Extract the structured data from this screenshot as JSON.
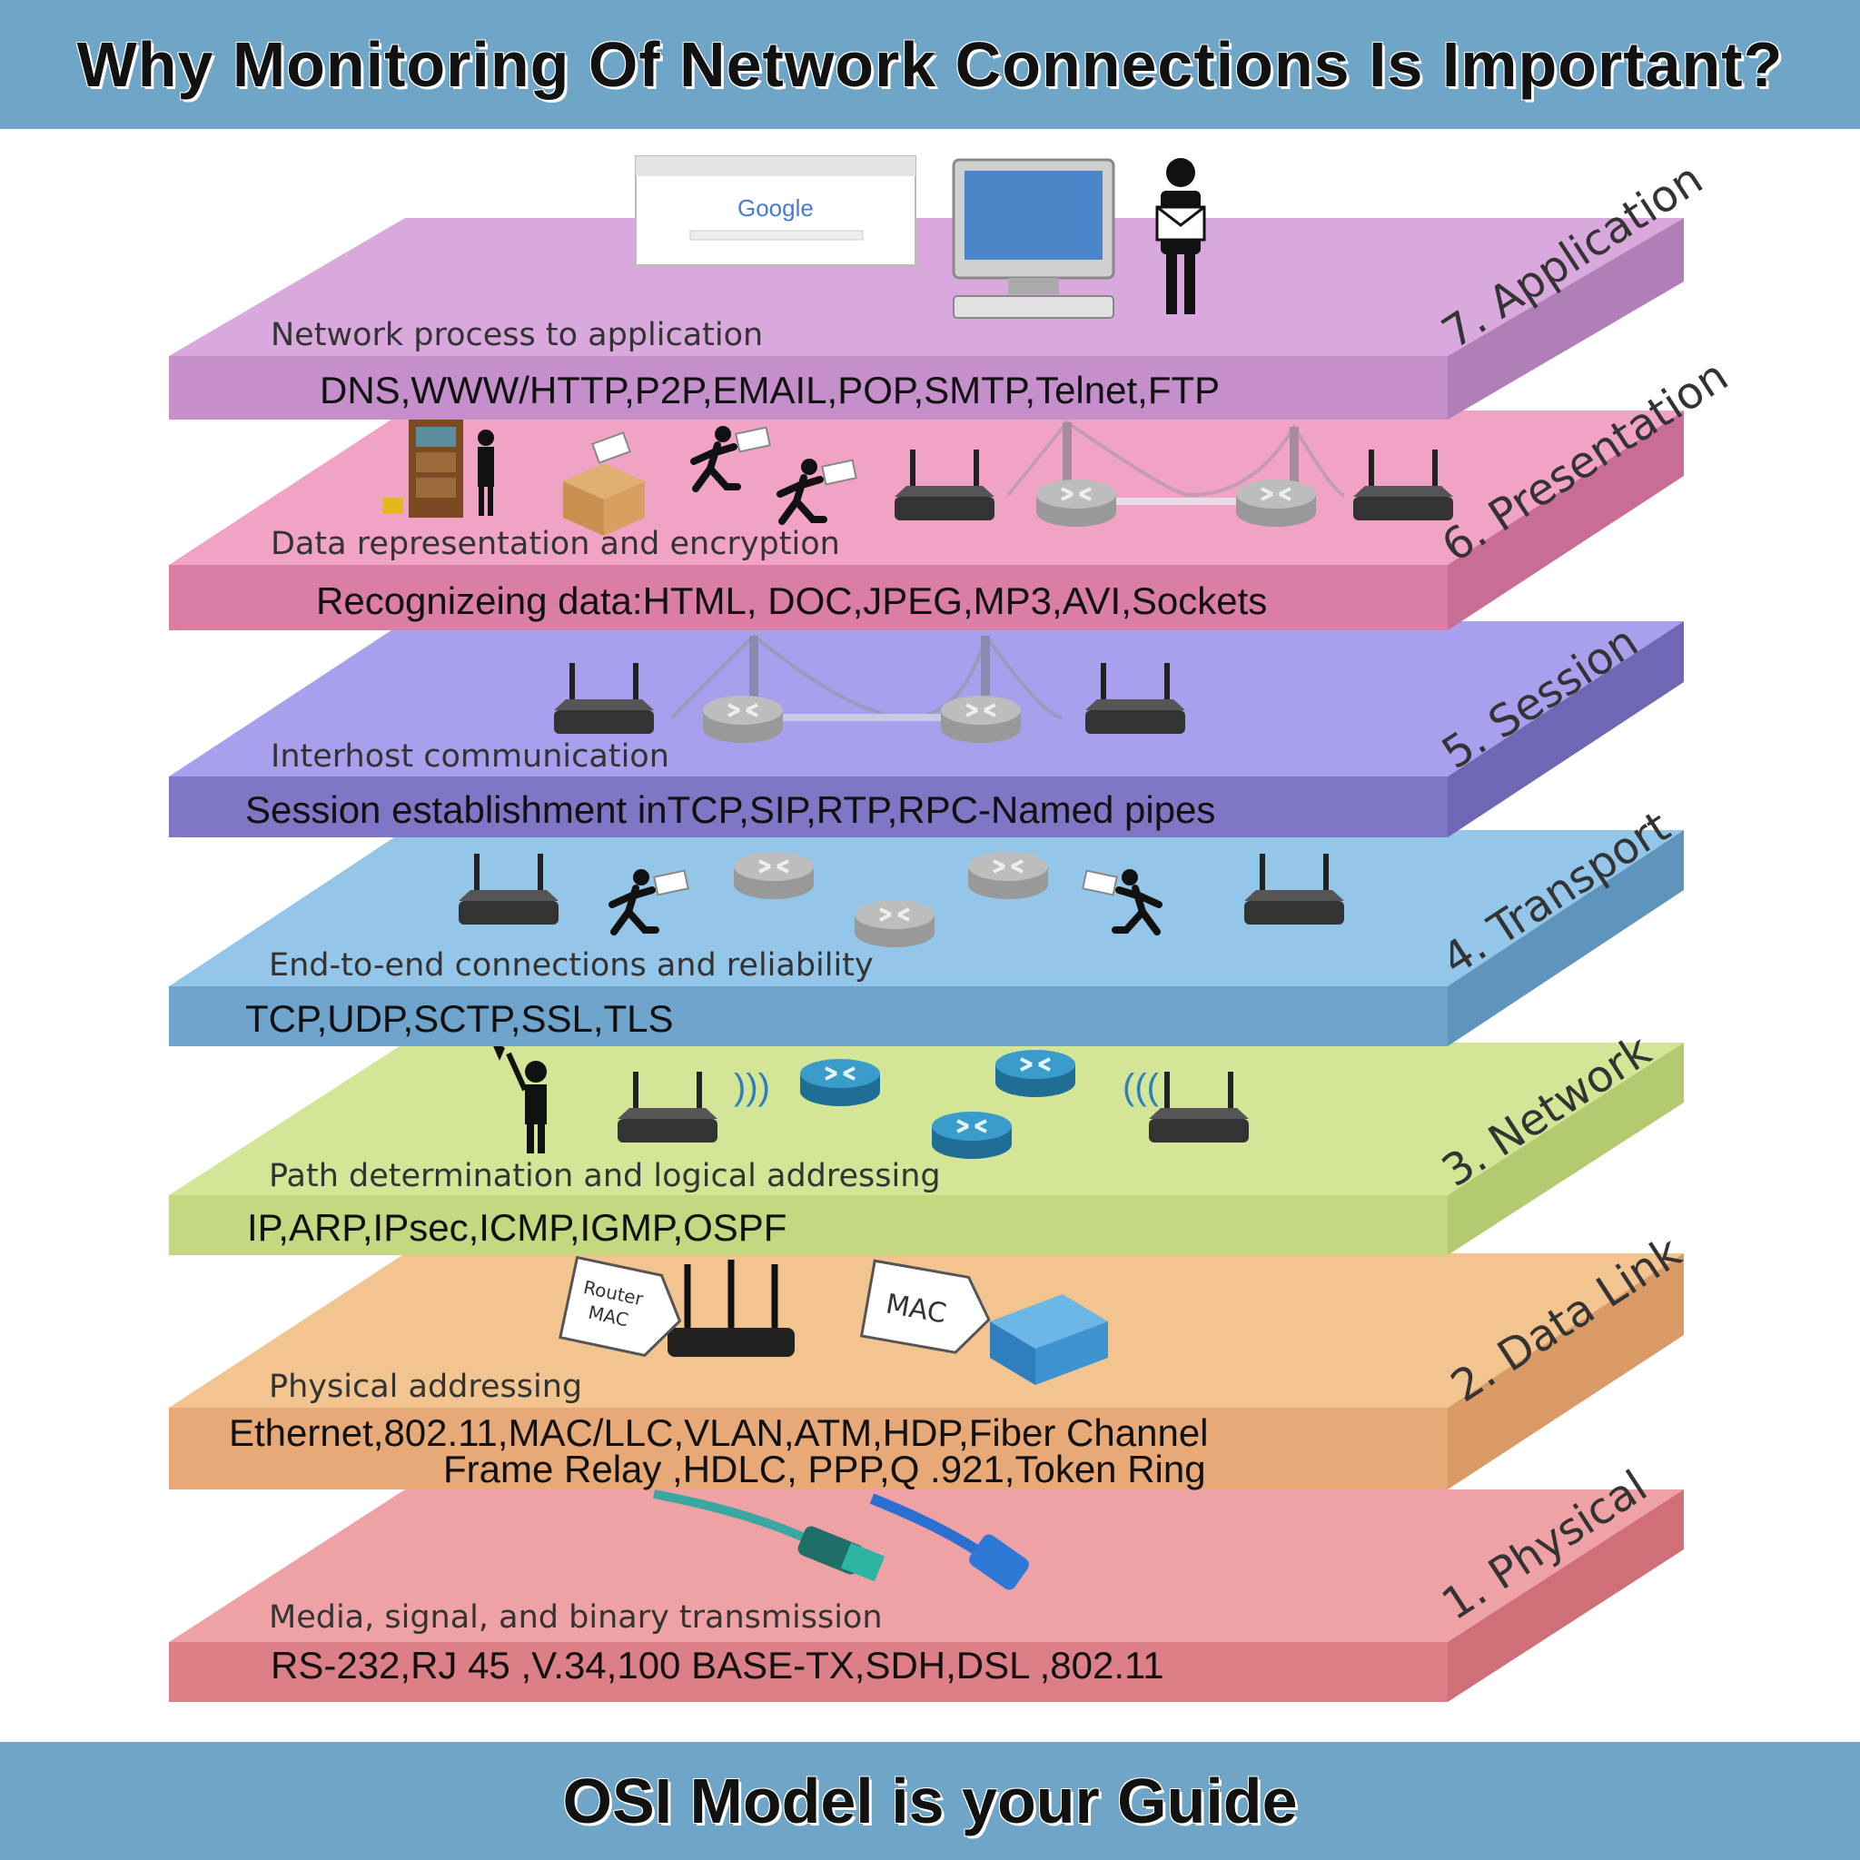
{
  "title": "Why Monitoring Of Network Connections Is Important?",
  "footer": "OSI Model is your Guide",
  "layers": [
    {
      "name": "7. Application",
      "desc": "Network process to application",
      "protocols": [
        "DNS,WWW/HTTP,P2P,EMAIL,POP,SMTP,Telnet,FTP"
      ],
      "color": "#d9a8dc"
    },
    {
      "name": "6. Presentation",
      "desc": "Data representation and encryption",
      "protocols": [
        "Recognizeing data:HTML, DOC,JPEG,MP3,AVI,Sockets"
      ],
      "color": "#f0a3c4"
    },
    {
      "name": "5. Session",
      "desc": "Interhost communication",
      "protocols": [
        "Session establishment inTCP,SIP,RTP,RPC-Named pipes"
      ],
      "color": "#a8a0ec"
    },
    {
      "name": "4. Transport",
      "desc": "End-to-end connections and reliability",
      "protocols": [
        "TCP,UDP,SCTP,SSL,TLS"
      ],
      "color": "#93c6e8"
    },
    {
      "name": "3. Network",
      "desc": "Path determination and logical addressing",
      "protocols": [
        "IP,ARP,IPsec,ICMP,IGMP,OSPF"
      ],
      "color": "#d3e596"
    },
    {
      "name": "2. Data Link",
      "desc": "Physical addressing",
      "protocols": [
        "Ethernet,802.11,MAC/LLC,VLAN,ATM,HDP,Fiber Channel",
        "Frame Relay ,HDLC, PPP,Q .921,Token Ring"
      ],
      "color": "#f2c490"
    },
    {
      "name": "1. Physical",
      "desc": "Media, signal, and binary transmission",
      "protocols": [
        "RS-232,RJ 45 ,V.34,100 BASE-TX,SDH,DSL ,802.11"
      ],
      "color": "#eea2a6"
    }
  ],
  "illustration_labels": {
    "google": "Google",
    "router_mac": [
      "Router",
      "MAC"
    ],
    "mac_tag": "MAC"
  },
  "icons": [
    "browser-icon",
    "computer-icon",
    "person-with-envelope-icon",
    "bookcase-icon",
    "box-icon",
    "runner-icon",
    "router-icon",
    "bridge-icon",
    "switch-icon",
    "cable-icon"
  ]
}
